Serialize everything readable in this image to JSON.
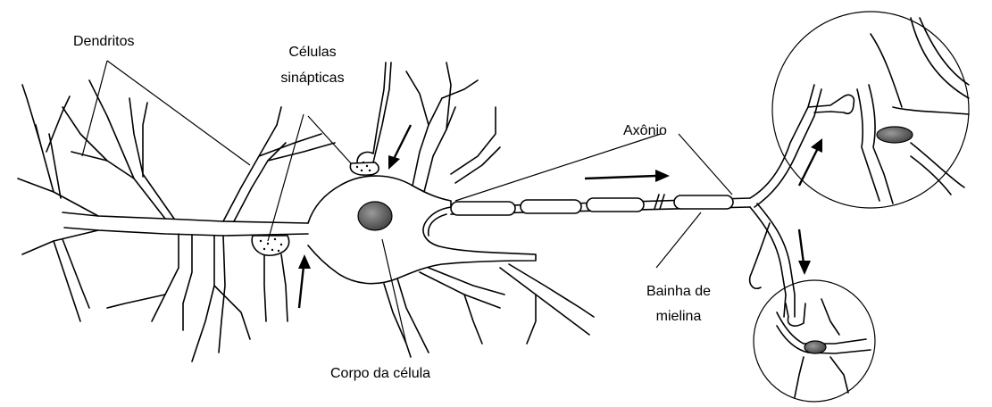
{
  "labels": {
    "dendritos": "Dendritos",
    "celulas_line1": "Células",
    "celulas_line2": "sinápticas",
    "axonio": "Axônio",
    "bainha_line1": "Bainha de",
    "bainha_line2": "mielina",
    "corpo": "Corpo da célula"
  },
  "colors": {
    "line": "#000000",
    "nucleus_dark": "#3a3a3a",
    "nucleus_light": "#9a9a9a",
    "background": "#ffffff"
  }
}
